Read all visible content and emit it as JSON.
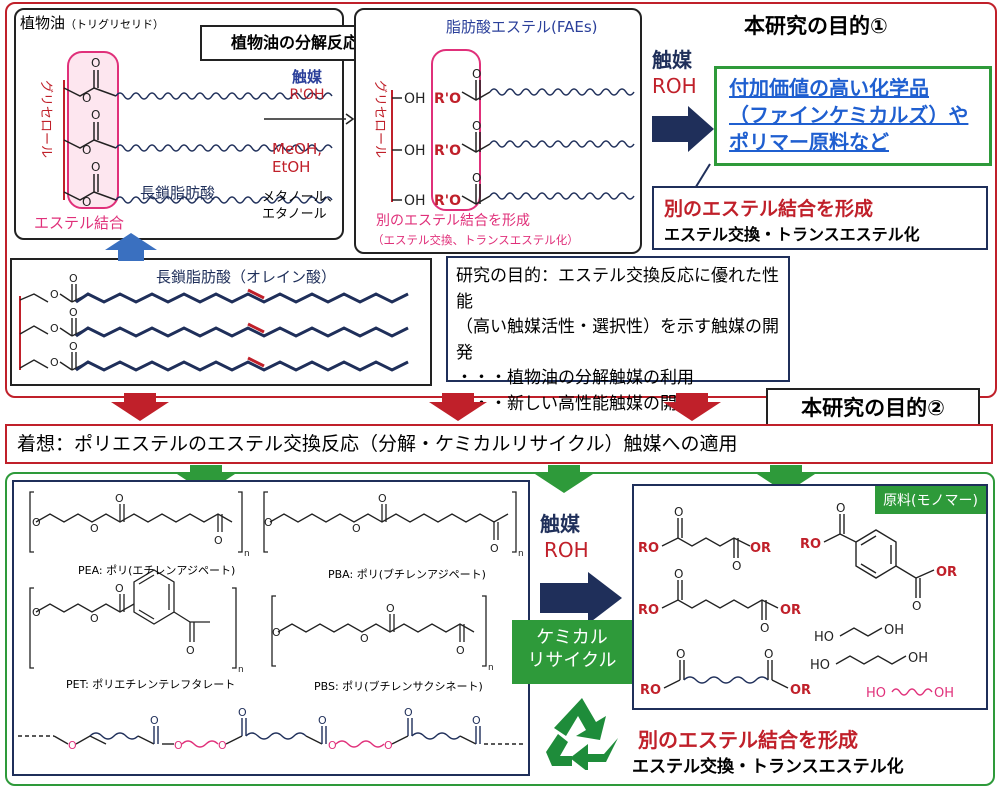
{
  "colors": {
    "red": "#c0202a",
    "green": "#2e9a3a",
    "navy": "#1f2f5a",
    "blue": "#2a3f9a",
    "pink": "#e0307a",
    "link": "#1f5fd0",
    "ester": "#c0202a",
    "grey": "#333333"
  },
  "top": {
    "vegoil_title": "植物油",
    "vegoil_sub": "（トリグリセリド）",
    "decomp_title": "植物油の分解反応",
    "glycerol": "グリセロール",
    "ester_bond": "エステル結合",
    "long_fa": "長鎖脂肪酸",
    "cat_label": "触媒",
    "rprime_oh": "R'OH",
    "meoh": "MeOH,",
    "etoh": "EtOH",
    "alcohols": [
      "メタノール、",
      "エタノール"
    ],
    "fae_title": "脂肪酸エステル(FAEs)",
    "oh": "OH",
    "ro_prime": "R'O",
    "form_new_ester": "別のエステル結合を形成",
    "trans_paren": "（エステル交換、トランスエステル化）",
    "purpose1": "本研究の目的①",
    "roh_cat": "触媒",
    "roh": "ROH",
    "value_chem": [
      "付加価値の高い化学品",
      "（ファインケミカルズ）や",
      "ポリマー原料など"
    ],
    "form_new_ester2": "別のエステル結合を形成",
    "trans2": "エステル交換・トランスエステル化",
    "oleic": "長鎖脂肪酸（オレイン酸）",
    "purpose_lines": [
      "研究の目的：エステル交換反応に優れた性能",
      "（高い触媒活性・選択性）を示す触媒の開発",
      "・・・植物油の分解触媒の利用",
      "・・・新しい高性能触媒の開発"
    ],
    "purpose2": "本研究の目的②"
  },
  "idea": "着想：ポリエステルのエステル交換反応（分解・ケミカルリサイクル）触媒への適用",
  "bottom": {
    "pea": "PEA: ポリ(エチレンアジペート)",
    "pba": "PBA: ポリ(ブチレンアジペート)",
    "pet": "PET: ポリエチレンテレフタレート",
    "pbs": "PBS: ポリ(ブチレンサクシネート)",
    "n": "n",
    "cat": "触媒",
    "roh": "ROH",
    "chem_recycle": [
      "ケミカル",
      "リサイクル"
    ],
    "monomer": "原料(モノマー)",
    "ro": "RO",
    "or": "OR",
    "ho": "HO",
    "oh": "OH",
    "o": "O",
    "form_new_ester": "別のエステル結合を形成",
    "trans": "エステル交換・トランスエステル化"
  }
}
